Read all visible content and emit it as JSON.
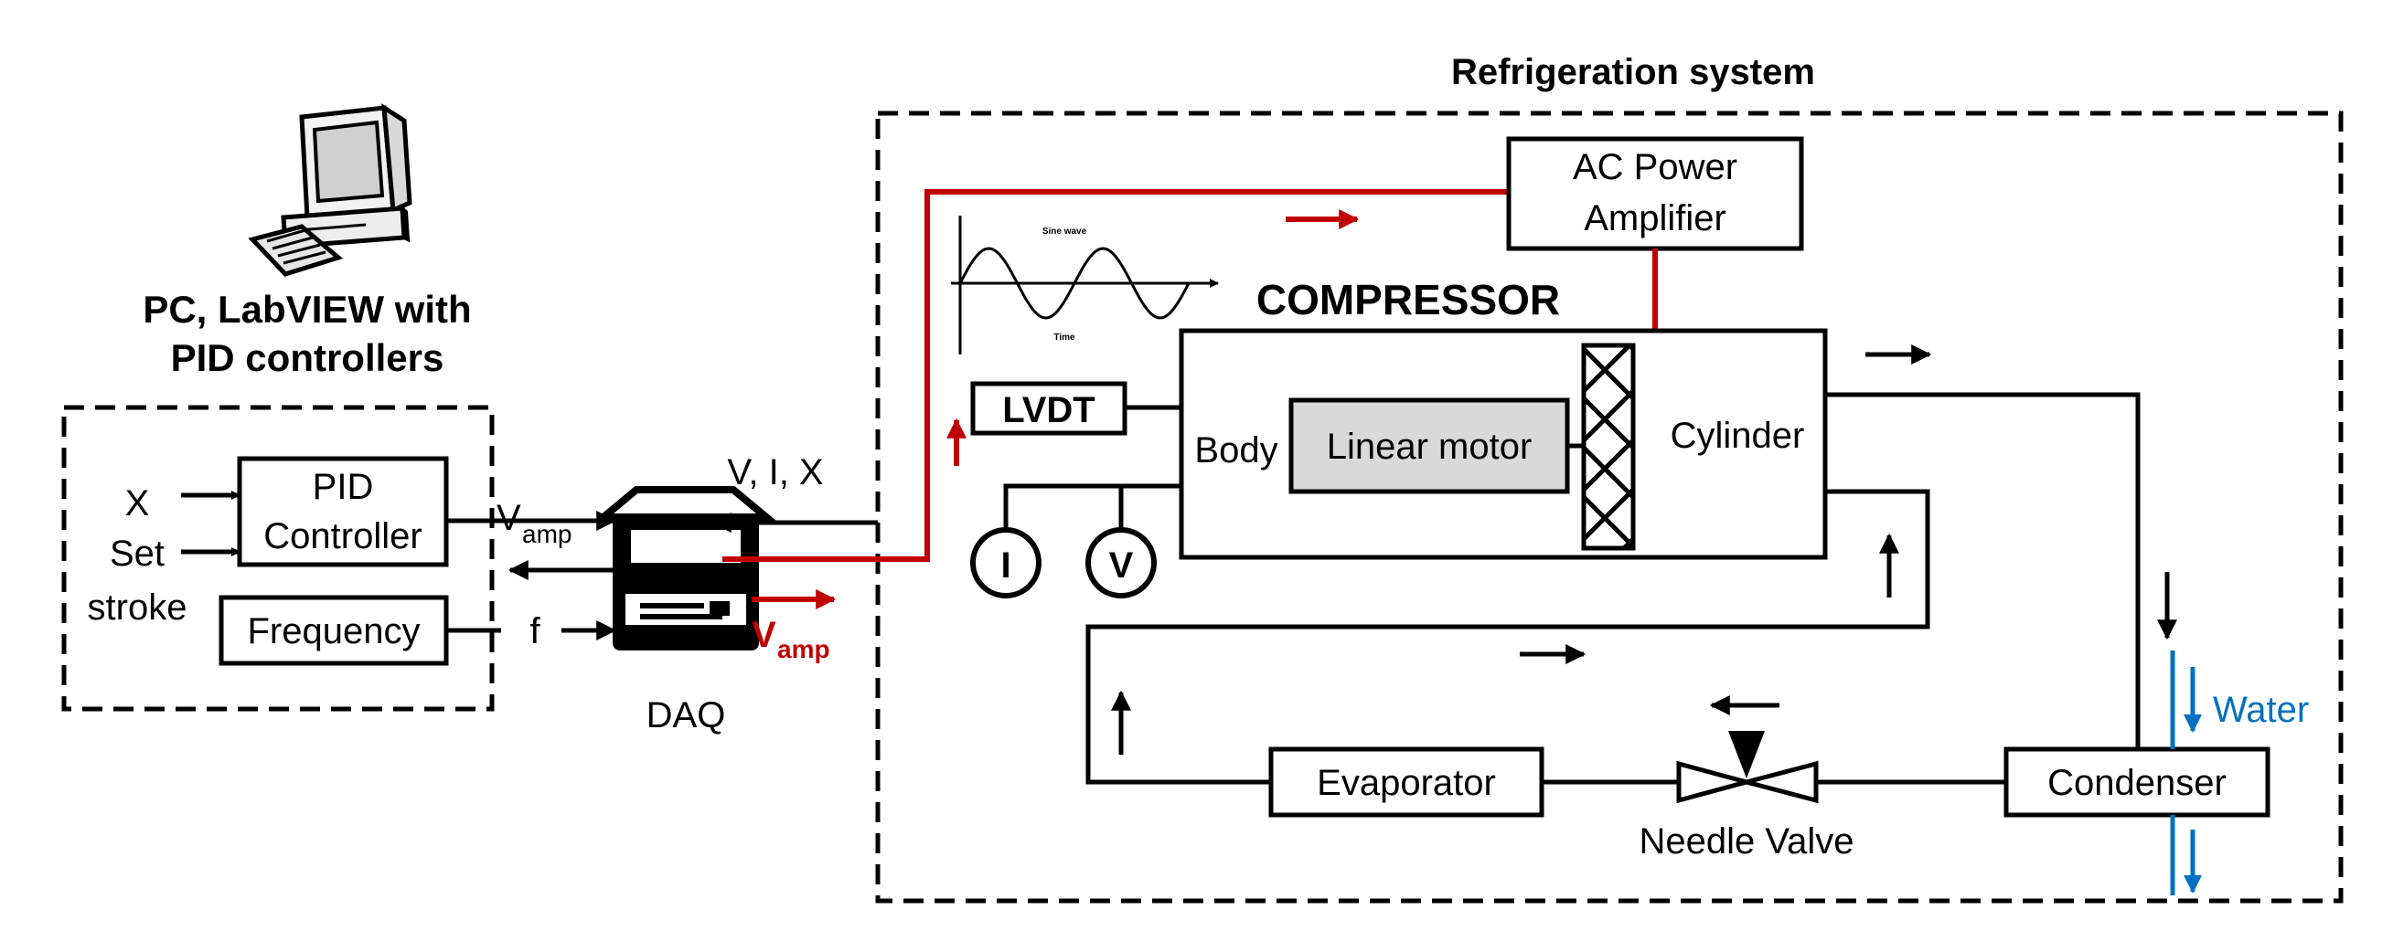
{
  "refrigeration_title": "Refrigeration system",
  "pc_caption": [
    "PC, LabVIEW with",
    "PID controllers"
  ],
  "inputs": {
    "x": "X",
    "set": "Set",
    "stroke": "stroke",
    "f": "f"
  },
  "pid_box": [
    "PID",
    "Controller"
  ],
  "frequency_box": "Frequency",
  "vamp_label": {
    "main": "V",
    "sub": "amp"
  },
  "vix_label": "V, I, X",
  "daq_label": "DAQ",
  "amplifier_box": [
    "AC Power",
    "Amplifier"
  ],
  "sine_chart": {
    "title": "Sine wave",
    "xlabel": "Time"
  },
  "compressor_title": "COMPRESSOR",
  "lvdt": "LVDT",
  "body": "Body",
  "linear_motor": "Linear motor",
  "cylinder": "Cylinder",
  "meter_current": "I",
  "meter_voltage": "V",
  "evaporator": "Evaporator",
  "needle_valve": "Needle Valve",
  "condenser": "Condenser",
  "water": "Water",
  "colors": {
    "signal_red": "#c00000",
    "water_blue": "#0070c0",
    "motor_fill": "#d9d9d9"
  }
}
